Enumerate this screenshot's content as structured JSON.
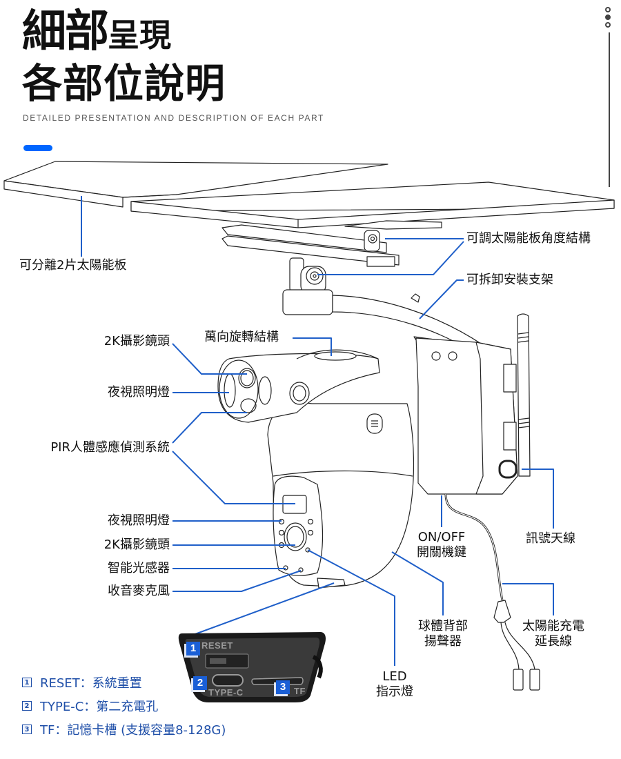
{
  "header": {
    "title_line1_big": "細部",
    "title_line1_small": "呈現",
    "title_line2": "各部位說明",
    "subtitle": "DETAILED PRESENTATION AND DESCRIPTION OF EACH PART",
    "accent_color": "#0066ff",
    "pager": {
      "total": 3,
      "active_index": 1
    }
  },
  "colors": {
    "callout_line": "#1f5fc9",
    "legend_text": "#1f4fa8"
  },
  "callouts": {
    "solar_panel": "可分離2片太陽能板",
    "panel_angle": "可調太陽能板角度結構",
    "bracket": "可拆卸安裝支架",
    "upper_lens": "2K攝影鏡頭",
    "swivel": "萬向旋轉結構",
    "upper_night_light": "夜視照明燈",
    "pir": "PIR人體感應偵測系統",
    "lower_night_light": "夜視照明燈",
    "lower_lens": "2K攝影鏡頭",
    "light_sensor": "智能光感器",
    "microphone": "收音麥克風",
    "power_switch_line1": "ON/OFF",
    "power_switch_line2": "開關機鍵",
    "antenna": "訊號天線",
    "speaker_line1": "球體背部",
    "speaker_line2": "揚聲器",
    "solar_cable_line1": "太陽能充電",
    "solar_cable_line2": "延長線",
    "led_line1": "LED",
    "led_line2": "指示燈"
  },
  "port_panel": {
    "reset_label": "RESET",
    "typec_label": "TYPE-C",
    "tf_label": "TF",
    "badges": [
      "1",
      "2",
      "3"
    ]
  },
  "legend": [
    {
      "num": "1",
      "text": "RESET：系統重置"
    },
    {
      "num": "2",
      "text": "TYPE-C：第二充電孔"
    },
    {
      "num": "3",
      "text": "TF：記憶卡槽 (支援容量8-128G)"
    }
  ]
}
